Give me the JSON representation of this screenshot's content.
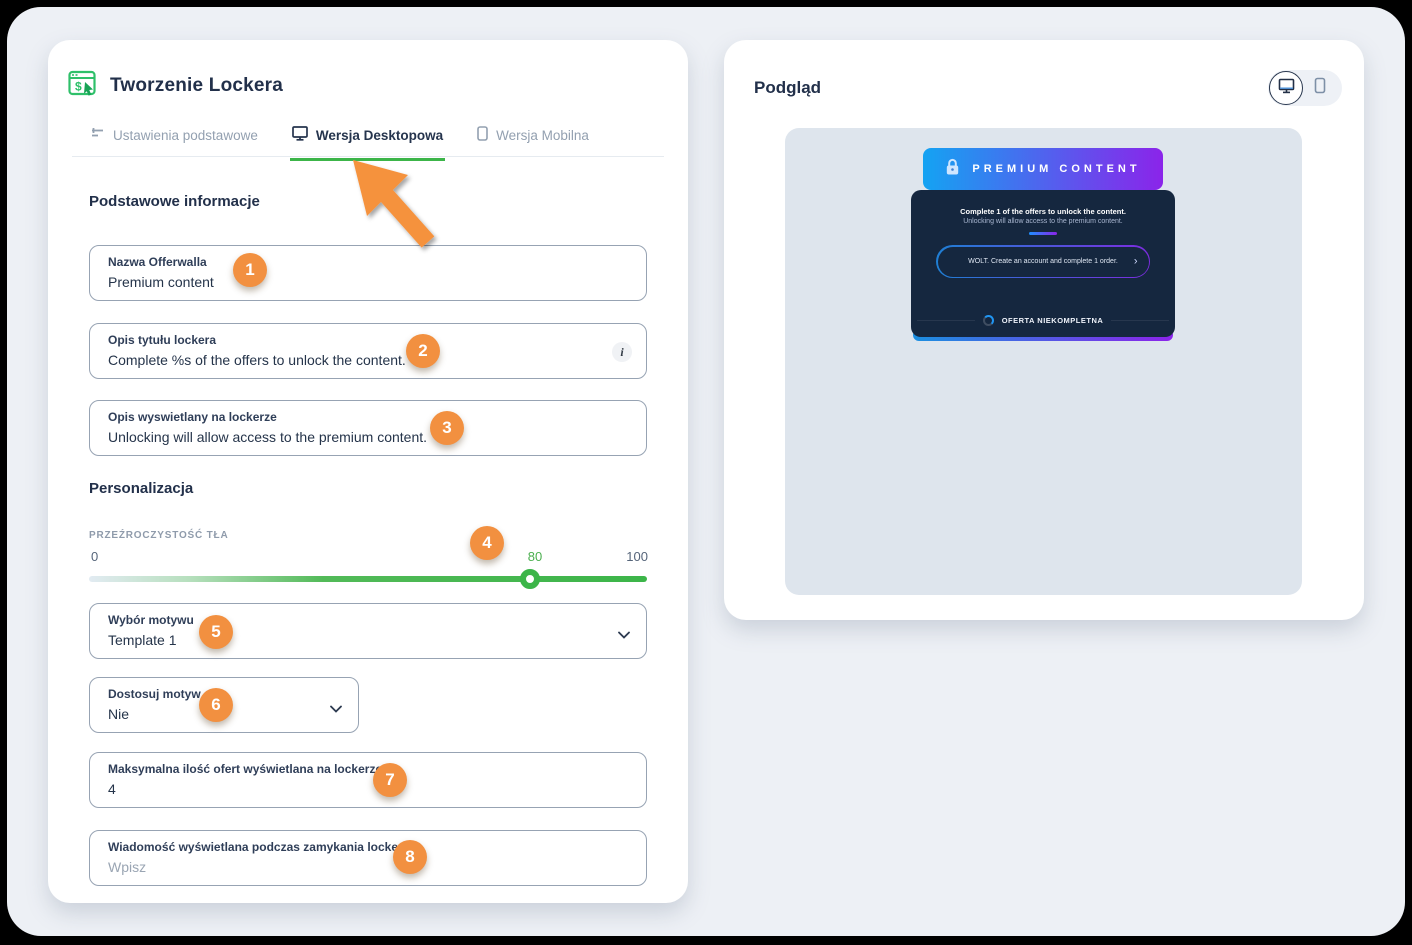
{
  "colors": {
    "accent_green": "#3cb549",
    "accent_orange": "#f29040",
    "banner_gradient_start": "#14a3f2",
    "banner_gradient_end": "#8b24ea",
    "locker_card_bg": "#15273f",
    "preview_canvas_bg": "#dee5ed"
  },
  "icons": {
    "locker_app": "locker-app-icon (green window with $ and cursor)",
    "tune": "tune-icon",
    "desktop": "desktop-icon",
    "mobile": "mobile-icon",
    "info": "i",
    "chevron_down": "v",
    "lock": "lock-icon",
    "spinner": "spinner-icon",
    "arrow": "orange-arrow-annotation"
  },
  "left_panel": {
    "title": "Tworzenie Lockera",
    "tabs": [
      {
        "label": "Ustawienia podstawowe"
      },
      {
        "label": "Wersja Desktopowa"
      },
      {
        "label": "Wersja Mobilna"
      }
    ],
    "sections": {
      "basic_info": "Podstawowe informacje",
      "personalization": "Personalizacja"
    },
    "fields": {
      "name": {
        "label": "Nazwa Offerwalla",
        "value": "Premium content",
        "badge": "1"
      },
      "title_desc": {
        "label": "Opis tytułu lockera",
        "value": "Complete %s of the offers to unlock the content.",
        "badge": "2"
      },
      "locker_desc": {
        "label": "Opis wyswietlany na lockerze",
        "value": "Unlocking will allow access to the premium content.",
        "badge": "3"
      },
      "opacity": {
        "label": "PRZEŹROCZYSTOŚĆ TŁA",
        "min": "0",
        "value": "80",
        "max": "100",
        "badge": "4"
      },
      "theme": {
        "label": "Wybór motywu",
        "value": "Template 1",
        "badge": "5"
      },
      "customize": {
        "label": "Dostosuj motyw",
        "value": "Nie",
        "badge": "6"
      },
      "max_offers": {
        "label": "Maksymalna ilość ofert wyświetlana na lockerze",
        "value": "4",
        "badge": "7"
      },
      "close_message": {
        "label": "Wiadomość wyświetlana podczas zamykania lockera",
        "placeholder": "Wpisz",
        "badge": "8"
      }
    }
  },
  "preview_panel": {
    "title": "Podgląd",
    "banner_title": "PREMIUM CONTENT",
    "headline": "Complete 1 of the offers to unlock the content.",
    "subheadline": "Unlocking will allow access to the premium content.",
    "offer_text": "WOLT. Create an account and complete 1 order.",
    "offer_chevron": "›",
    "status": "OFERTA NIEKOMPLETNA"
  }
}
